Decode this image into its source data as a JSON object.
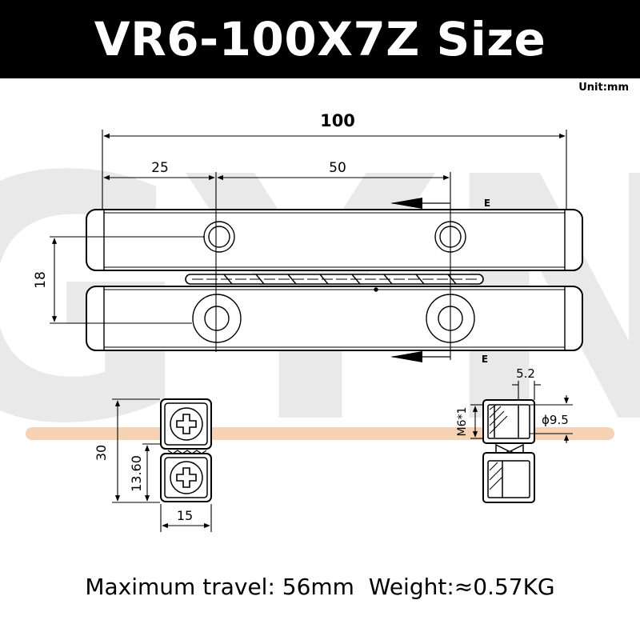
{
  "header": {
    "title": "VR6-100X7Z Size"
  },
  "unit_label": "Unit:mm",
  "watermark": {
    "text": "GYN",
    "color": "#e9e9e9"
  },
  "stripe_color": "#f7d3b5",
  "dimensions": {
    "total_length": "100",
    "end_offset": "25",
    "hole_pitch": "50",
    "rail_pitch": "18",
    "height": "30",
    "rail_height": "13.60",
    "width": "15",
    "counterbore_depth": "5.2",
    "thread": "M6*1",
    "counterbore_diameter": "ϕ9.5"
  },
  "labels": {
    "end_mark_top": "E",
    "end_mark_bottom": "E"
  },
  "footer": {
    "travel": "Maximum travel: 56mm",
    "weight": "Weight:≈0.57KG"
  }
}
